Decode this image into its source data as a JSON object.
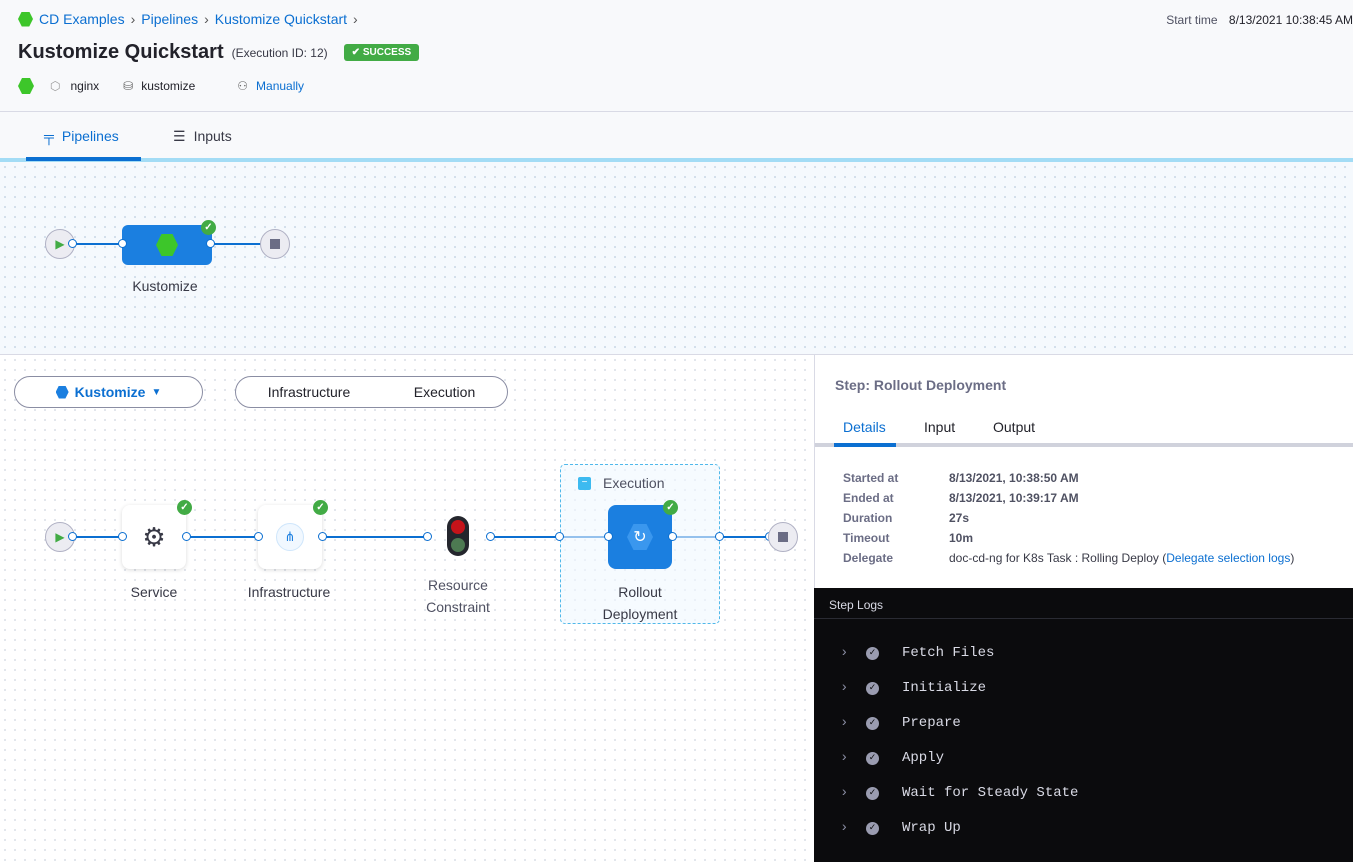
{
  "breadcrumb": [
    "CD Examples",
    "Pipelines",
    "Kustomize Quickstart"
  ],
  "header": {
    "title": "Kustomize Quickstart",
    "execution_id": "(Execution ID: 12)",
    "status": "SUCCESS",
    "start_time_label": "Start time",
    "start_time": "8/13/2021 10:38:45 AM",
    "service": "nginx",
    "environment": "kustomize",
    "trigger": "Manually"
  },
  "tabs": [
    {
      "label": "Pipelines",
      "active": true
    },
    {
      "label": "Inputs"
    }
  ],
  "stages": [
    {
      "label": "Kustomize",
      "status": "success"
    }
  ],
  "stage_selector": "Kustomize",
  "view_toggle": [
    "Infrastructure",
    "Execution"
  ],
  "steps": [
    {
      "label": "Service",
      "status": "success"
    },
    {
      "label": "Infrastructure",
      "status": "success"
    },
    {
      "label": "Resource Constraint"
    },
    {
      "label": "Rollout Deployment",
      "status": "success"
    }
  ],
  "step_group": "Execution",
  "panel": {
    "title": "Step: Rollout Deployment",
    "tabs": [
      "Details",
      "Input",
      "Output"
    ],
    "details": [
      {
        "k": "Started at",
        "v": "8/13/2021, 10:38:50 AM"
      },
      {
        "k": "Ended at",
        "v": "8/13/2021, 10:39:17 AM"
      },
      {
        "k": "Duration",
        "v": "27s"
      },
      {
        "k": "Timeout",
        "v": "10m"
      }
    ],
    "delegate_label": "Delegate",
    "delegate_value": "doc-cd-ng for K8s Task : Rolling Deploy",
    "delegate_link": "Delegate selection logs"
  },
  "logs": {
    "title": "Step Logs",
    "items": [
      "Fetch Files",
      "Initialize",
      "Prepare",
      "Apply",
      "Wait for Steady State",
      "Wrap Up"
    ]
  },
  "colors": {
    "accent": "#0b6fd1",
    "success": "#42ab45",
    "node": "#1b7fe0"
  }
}
